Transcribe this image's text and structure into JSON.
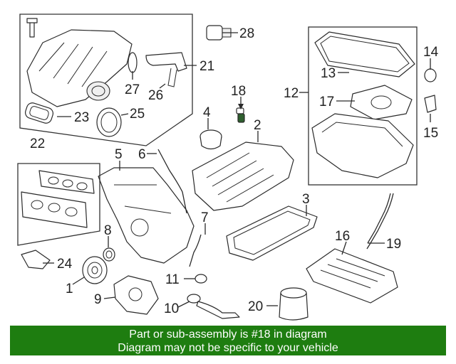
{
  "callouts": {
    "c1": "1",
    "c2": "2",
    "c3": "3",
    "c4": "4",
    "c5": "5",
    "c6": "6",
    "c7": "7",
    "c8": "8",
    "c9": "9",
    "c10": "10",
    "c11": "11",
    "c12": "12",
    "c13": "13",
    "c14": "14",
    "c15": "15",
    "c16": "16",
    "c17": "17",
    "c18": "18",
    "c19": "19",
    "c20": "20",
    "c21": "21",
    "c22": "22",
    "c23": "23",
    "c24": "24",
    "c25": "25",
    "c26": "26",
    "c27": "27",
    "c28": "28"
  },
  "highlighted_part": "18",
  "banner": {
    "line1": "Part or sub-assembly is #18 in diagram",
    "line2": "Diagram may not be specific to your vehicle",
    "background": "#1e7d10",
    "text_color": "#ffffff"
  }
}
